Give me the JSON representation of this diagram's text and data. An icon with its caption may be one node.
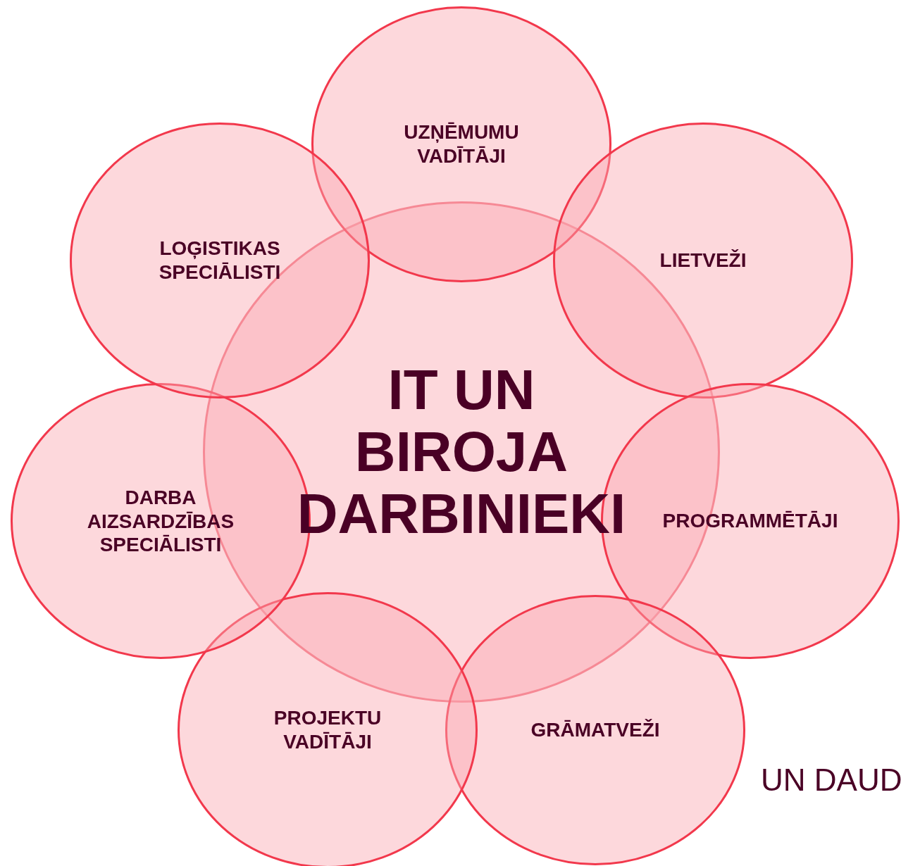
{
  "diagram": {
    "nodes": [
      {
        "text": [
          "IT UN BIROJA DARBINIEKI"
        ]
      },
      {
        "text": [
          "UZŅĒMUMU VADĪTĀJI"
        ]
      },
      {
        "text": [
          "LIETVEŽI"
        ]
      },
      {
        "text": [
          "PROGRAMMĒTĀJI"
        ]
      },
      {
        "text": [
          "GRĀMATVEŽI"
        ]
      },
      {
        "text": [
          "PROJEKTU VADĪTĀJI"
        ]
      },
      {
        "text": [
          "DARBA AIZSARDZĪBAS SPECIĀLISTI"
        ]
      },
      {
        "text": [
          "LOĢISTIKAS SPECIĀLISTI"
        ]
      }
    ],
    "labels": [
      "UN DAUD"
    ]
  }
}
